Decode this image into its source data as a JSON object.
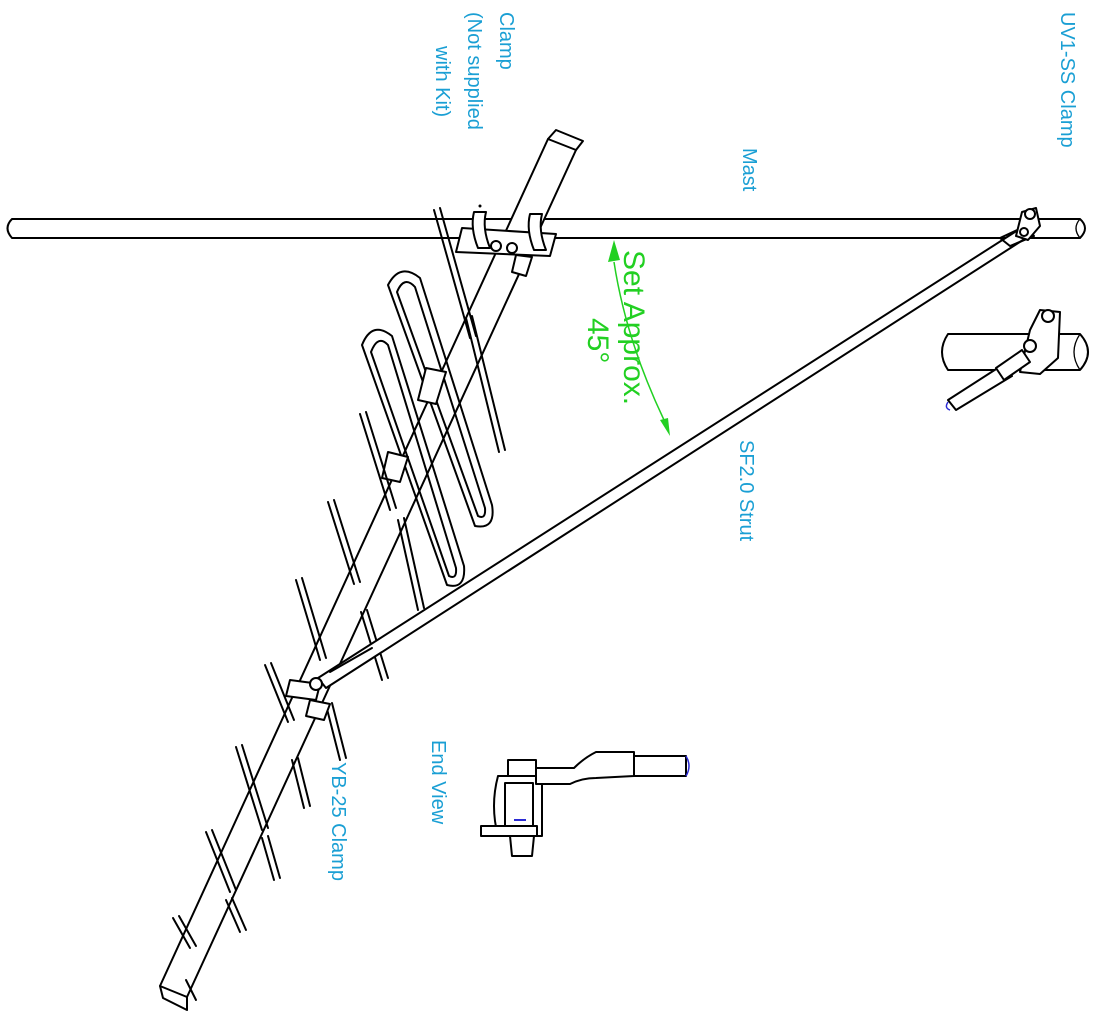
{
  "colors": {
    "label": "#1a9fd4",
    "angle": "#22d022",
    "line": "#000000",
    "accent": "#2b2bd4"
  },
  "labels": {
    "mast": "Mast",
    "uv1_clamp": "UV1-SS Clamp",
    "clamp_line1": "Clamp",
    "clamp_line2": "(Not supplied",
    "clamp_line3": "with Kit)",
    "strut": "SF2.0 Strut",
    "yb_clamp": "YB-25 Clamp",
    "end_view": "End View",
    "angle_line1": "Set Approx.",
    "angle_line2": "45°"
  }
}
